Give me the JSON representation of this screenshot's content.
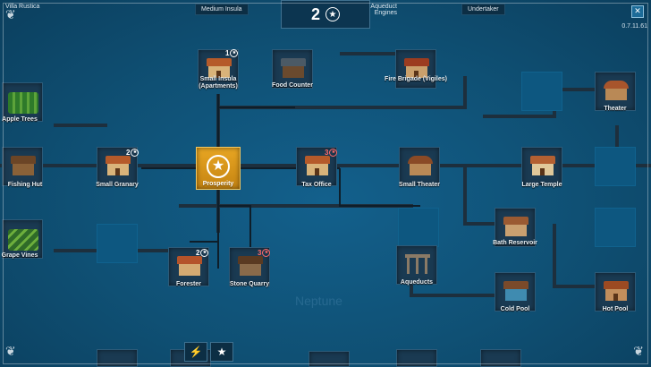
{
  "top_bar": {
    "labels": [
      "Villa Rustica",
      "Medium Insula",
      "Aqueduct Engines",
      "Undertaker"
    ],
    "points_value": "2",
    "version": "0.7.11.61",
    "close_glyph": "✕"
  },
  "watermark": "Neptune",
  "nodes": [
    {
      "id": "small-insula",
      "label": "Small Insula (Apartments)",
      "cost": "1",
      "cost_color": "white",
      "icon": "house-icon"
    },
    {
      "id": "food-counter",
      "label": "Food Counter",
      "cost": "",
      "icon": "stall-icon"
    },
    {
      "id": "fire-brigade",
      "label": "Fire Brigade (Vigiles)",
      "cost": "",
      "icon": "fire-station-icon"
    },
    {
      "id": "theater",
      "label": "Theater",
      "cost": "",
      "icon": "amphitheater-icon"
    },
    {
      "id": "apple-trees",
      "label": "Apple Trees",
      "cost": "",
      "icon": "orchard-icon"
    },
    {
      "id": "fishing-hut",
      "label": "Fishing Hut",
      "cost": "",
      "icon": "hut-icon"
    },
    {
      "id": "small-granary",
      "label": "Small Granary",
      "cost": "2",
      "cost_color": "white",
      "icon": "granary-icon"
    },
    {
      "id": "prosperity",
      "label": "Prosperity",
      "cost": "",
      "icon": "star-laurel-icon"
    },
    {
      "id": "tax-office",
      "label": "Tax Office",
      "cost": "3",
      "cost_color": "red",
      "icon": "office-icon"
    },
    {
      "id": "small-theater",
      "label": "Small Theater",
      "cost": "",
      "icon": "small-theater-icon"
    },
    {
      "id": "large-temple",
      "label": "Large Temple",
      "cost": "",
      "icon": "temple-icon"
    },
    {
      "id": "bath-reservoir",
      "label": "Bath Reservoir",
      "cost": "",
      "icon": "reservoir-icon"
    },
    {
      "id": "grape-vines",
      "label": "Grape Vines",
      "cost": "",
      "icon": "vineyard-icon"
    },
    {
      "id": "forester",
      "label": "Forester",
      "cost": "2",
      "cost_color": "white",
      "icon": "forester-icon"
    },
    {
      "id": "stone-quarry",
      "label": "Stone Quarry",
      "cost": "3",
      "cost_color": "red",
      "icon": "quarry-icon"
    },
    {
      "id": "aqueducts",
      "label": "Aqueducts",
      "cost": "",
      "icon": "aqueduct-icon"
    },
    {
      "id": "cold-pool",
      "label": "Cold Pool",
      "cost": "",
      "icon": "pool-icon"
    },
    {
      "id": "hot-pool",
      "label": "Hot Pool",
      "cost": "",
      "icon": "hot-pool-icon"
    }
  ],
  "bottom_buttons": [
    {
      "icon": "lightning-icon",
      "glyph": "⚡"
    },
    {
      "icon": "star-coin-icon",
      "glyph": "★"
    }
  ],
  "colors": {
    "background": "#0f4f76",
    "gold": "#e8a623",
    "cost_red": "#ff6a6a"
  }
}
